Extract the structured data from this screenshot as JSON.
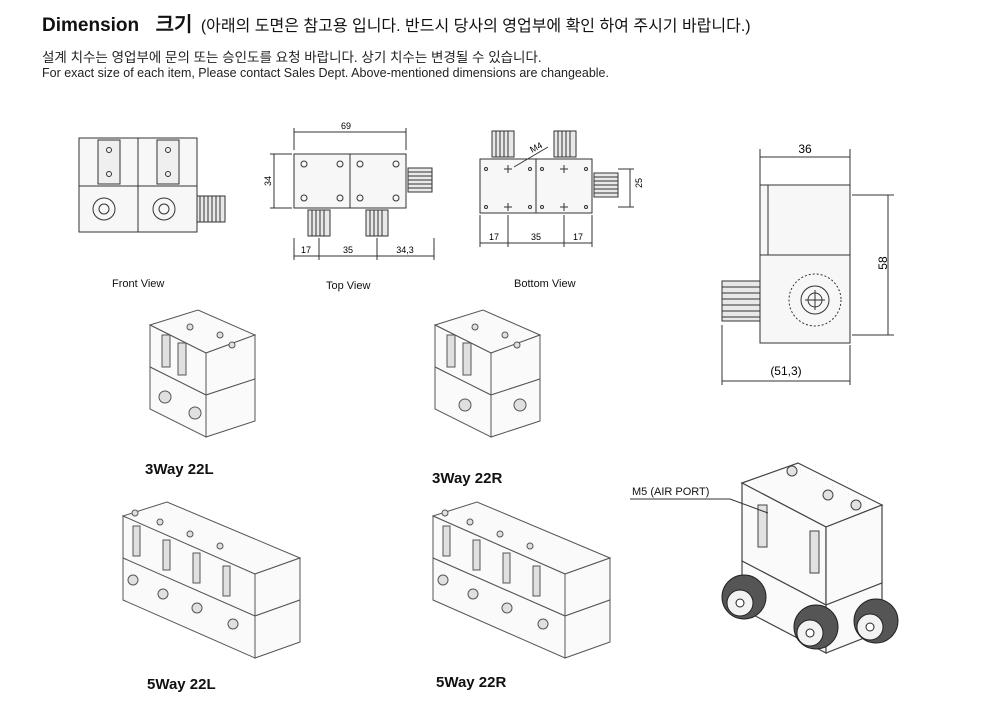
{
  "header": {
    "title_en": "Dimension",
    "title_ko": "크기",
    "title_note": "(아래의 도면은 참고용 입니다. 반드시 당사의 영업부에 확인 하여 주시기 바랍니다.)",
    "subtitle_ko": "설계 치수는 영업부에 문의 또는 승인도를 요청 바랍니다. 상기 치수는 변경될 수 있습니다.",
    "subtitle_en": "For exact size of each item, Please contact Sales Dept. Above-mentioned dimensions are changeable."
  },
  "views": {
    "front": "Front View",
    "top": "Top View",
    "bottom": "Bottom View"
  },
  "dims": {
    "top_width": "69",
    "top_height": "34",
    "top_seg1": "17",
    "top_seg2": "35",
    "top_seg3": "34,3",
    "bottom_thread": "M4",
    "bottom_seg1": "17",
    "bottom_seg2": "35",
    "bottom_seg3": "17",
    "bottom_height": "25",
    "side_width": "36",
    "side_height": "58",
    "side_total": "(51,3)"
  },
  "models": {
    "m1": "3Way 22L",
    "m2": "3Way 22R",
    "m3": "5Way 22L",
    "m4": "5Way 22R"
  },
  "callout": "M5 (AIR PORT)"
}
